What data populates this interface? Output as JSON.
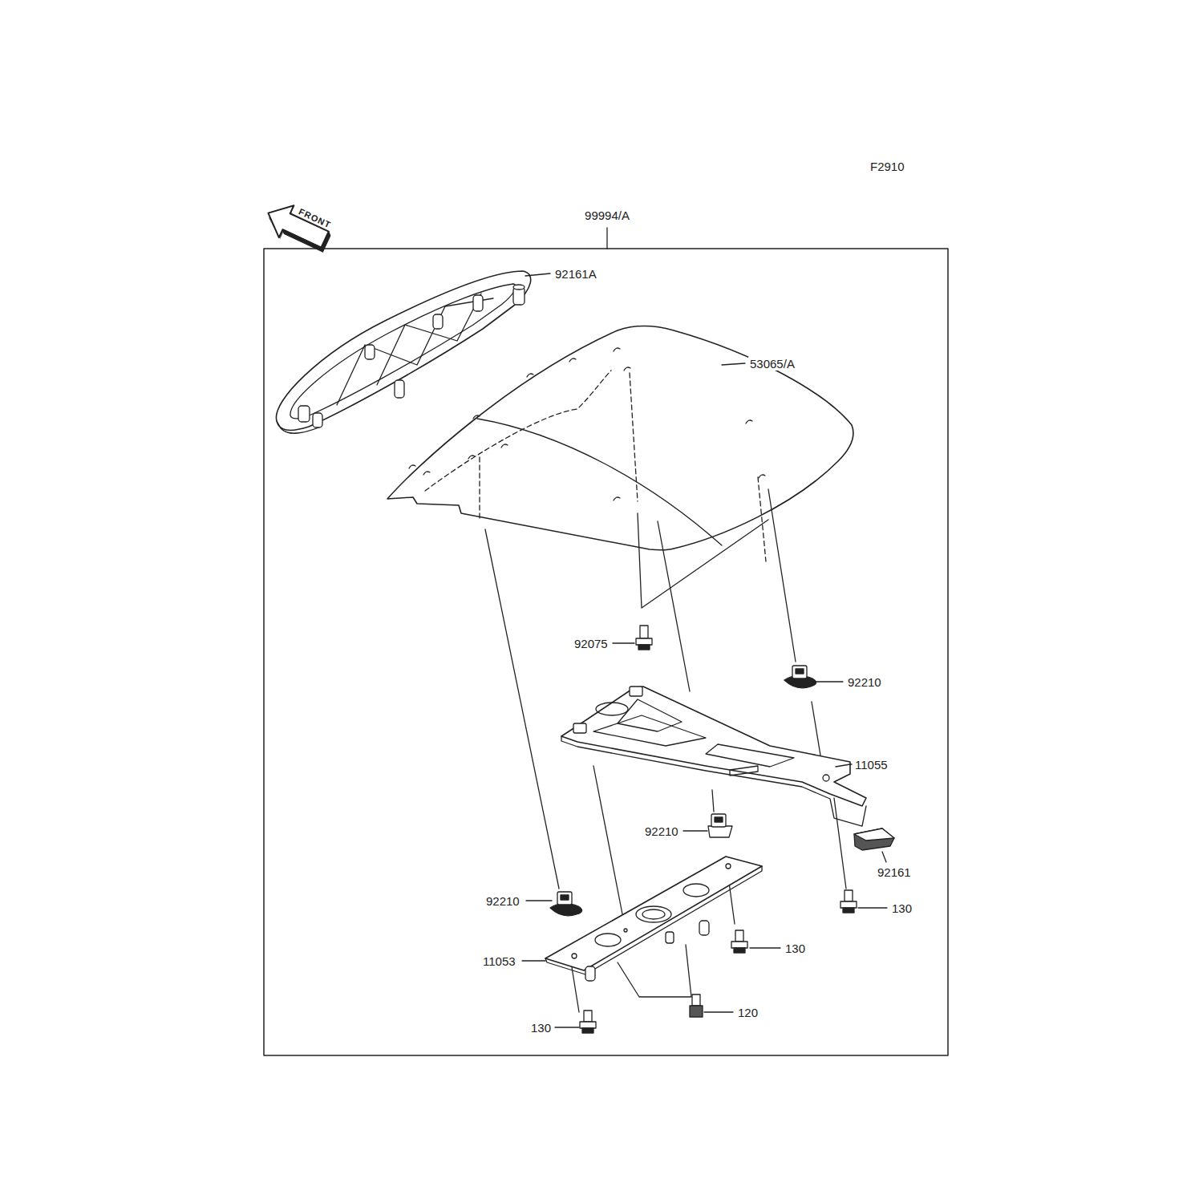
{
  "diagram": {
    "labels": [
      "F2910",
      "FRONT",
      "99994/A",
      "92161A",
      "53065/A",
      "92075",
      "92210",
      "11055",
      "92210",
      "92161",
      "130",
      "92210",
      "130",
      "11053",
      "130",
      "120"
    ]
  }
}
